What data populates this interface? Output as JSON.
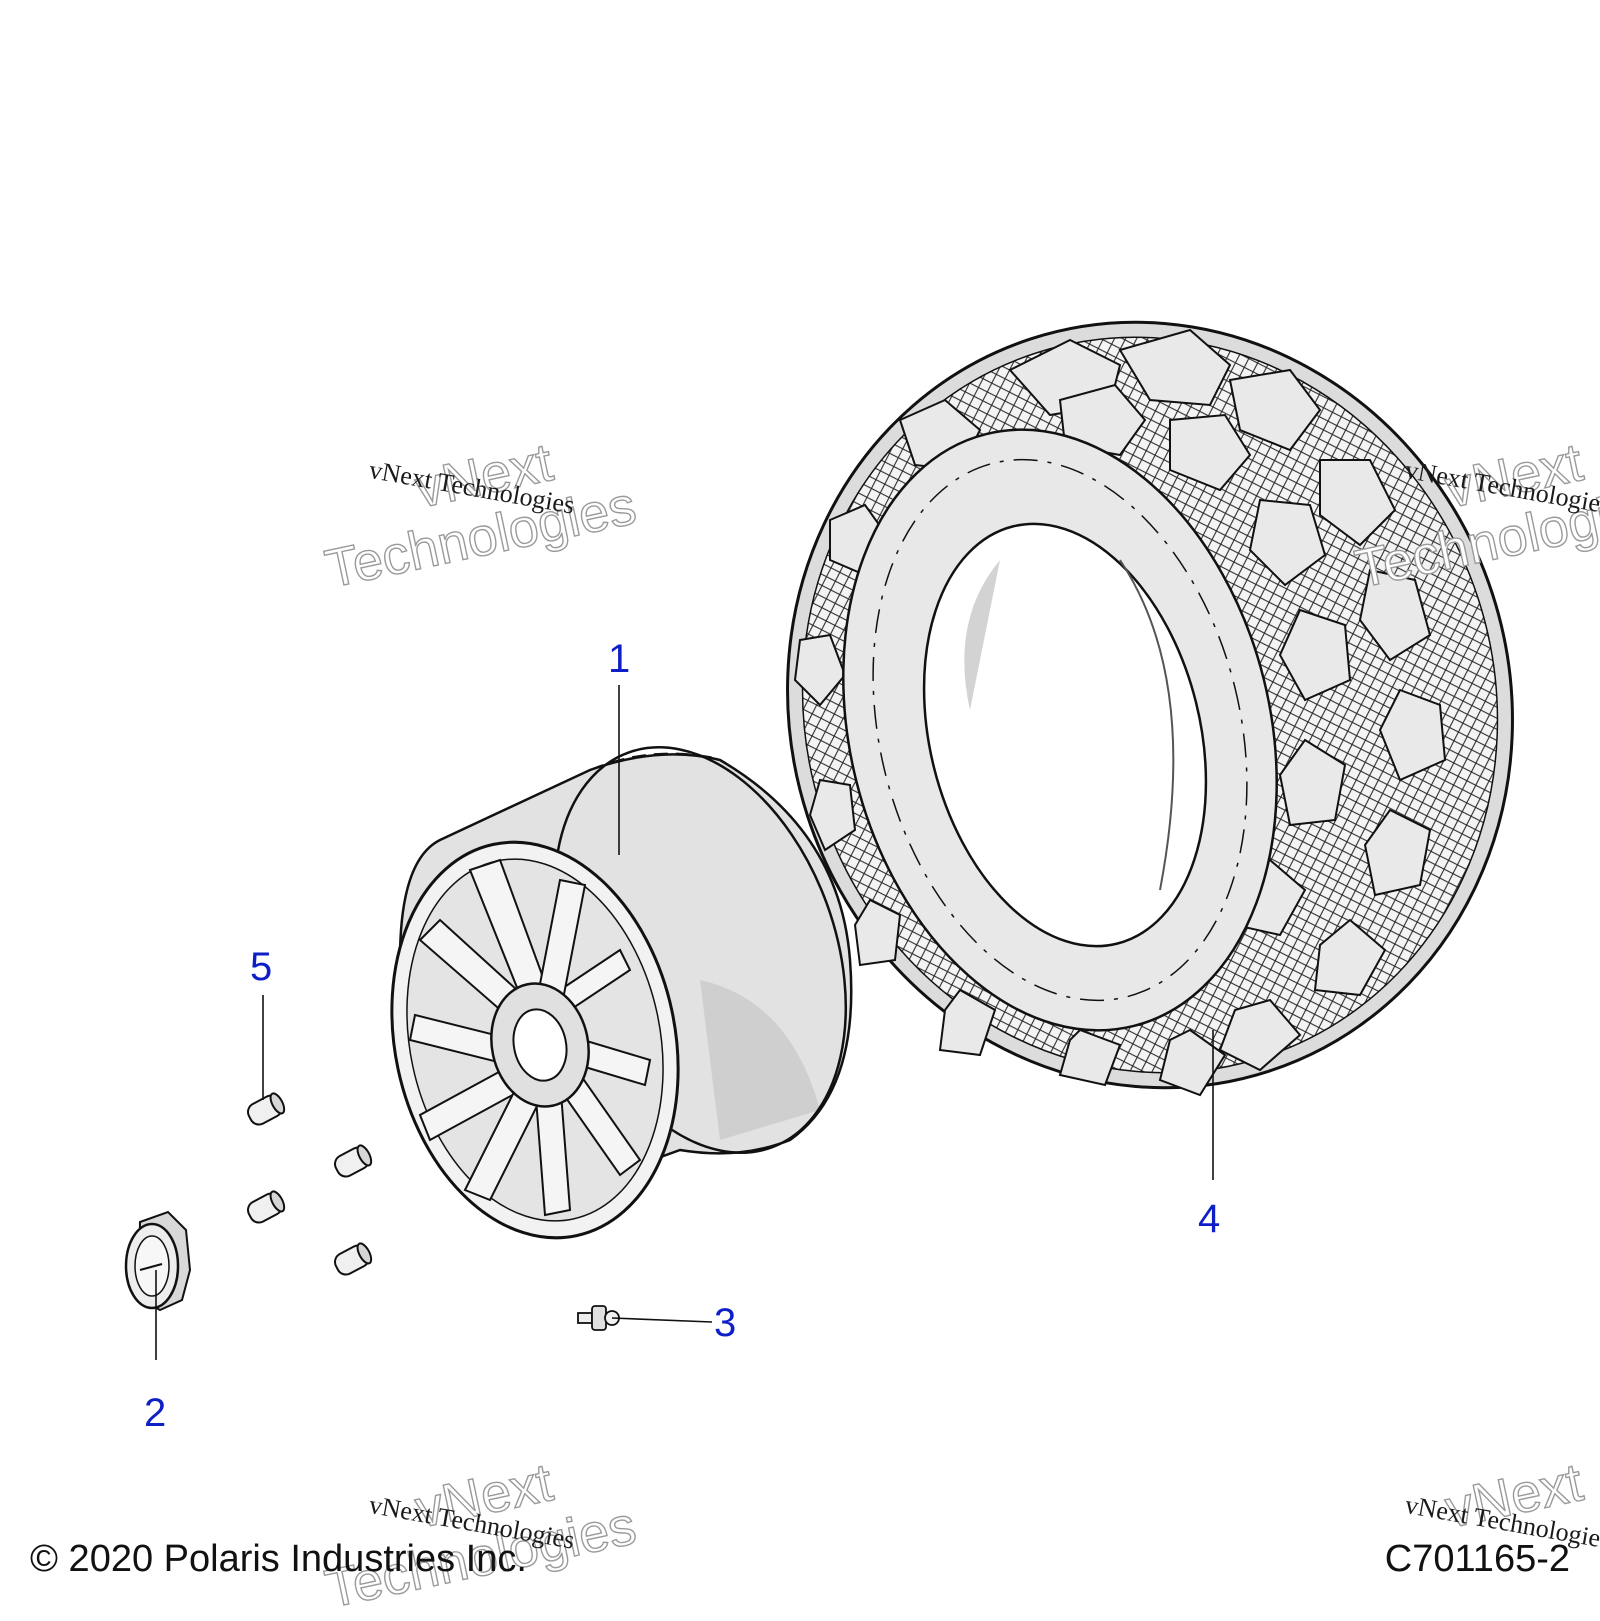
{
  "callouts": {
    "c1": "1",
    "c2": "2",
    "c3": "3",
    "c4": "4",
    "c5": "5"
  },
  "parts": {
    "wheel_rim": "rim",
    "center_cap": "cap",
    "valve_stem": "valve",
    "tire": "tire",
    "lug_nut": "lug"
  },
  "footer": {
    "copyright": "© 2020 Polaris Industries Inc.",
    "figure_id": "C701165-2"
  },
  "watermark": {
    "small_text": "vNext Technologies",
    "big_line1": "vNext",
    "big_line2": "Technologies"
  },
  "colors": {
    "callout": "#0f1fc8",
    "line": "#111111",
    "fill_light": "#e6e6e6",
    "fill_mid": "#cfcfcf"
  }
}
